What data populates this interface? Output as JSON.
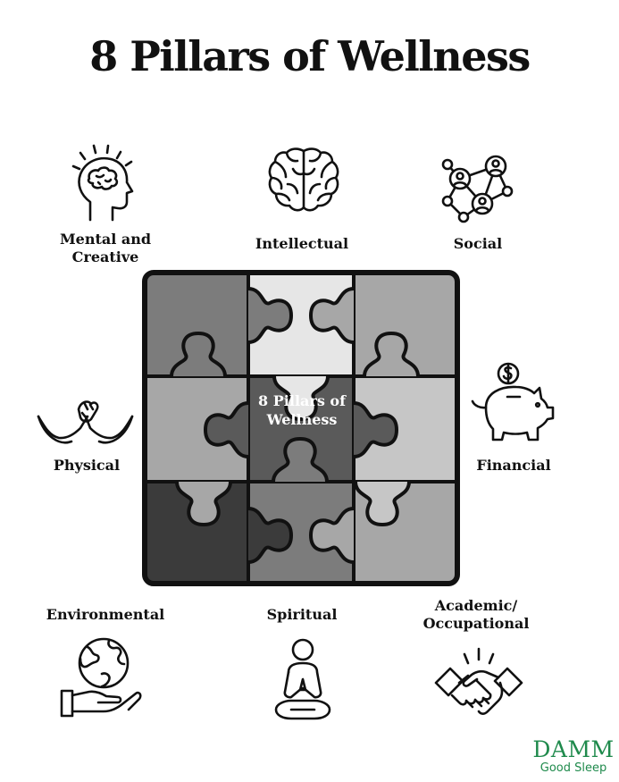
{
  "title": "8 Pillars of Wellness",
  "center_label": "8 Pillars of\nWellness",
  "pillars": [
    {
      "label": "Mental and\nCreative",
      "icon": "brain-head-icon"
    },
    {
      "label": "Intellectual",
      "icon": "brain-icon"
    },
    {
      "label": "Social",
      "icon": "network-people-icon"
    },
    {
      "label": "Physical",
      "icon": "arm-wrestling-icon"
    },
    {
      "label": "Financial",
      "icon": "piggy-bank-icon"
    },
    {
      "label": "Environmental",
      "icon": "globe-hand-icon"
    },
    {
      "label": "Spiritual",
      "icon": "meditation-icon"
    },
    {
      "label": "Academic/\nOccupational",
      "icon": "handshake-icon"
    }
  ],
  "logo": {
    "line1": "DAMM",
    "line2": "Good Sleep"
  },
  "colors": {
    "tile_dark": "#3b3b3b",
    "tile_mid_dark": "#5a5a5a",
    "tile_mid": "#7c7c7c",
    "tile_light": "#a7a7a7",
    "tile_lighter": "#c6c6c6",
    "tile_lightest": "#e6e6e6",
    "brand_green": "#1f8a4c"
  }
}
